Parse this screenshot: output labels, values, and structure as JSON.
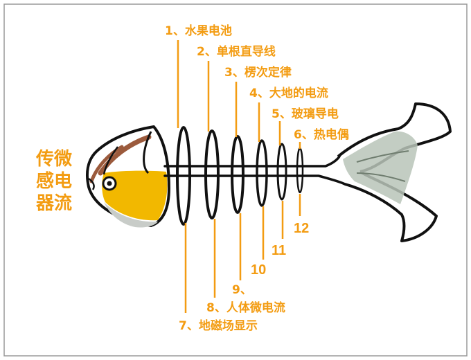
{
  "head_title": {
    "line1": "传微",
    "line2": "感电",
    "line3": "器流"
  },
  "labels": {
    "l1": "1、水果电池",
    "l2": "2、单根直导线",
    "l3": "3、楞次定律",
    "l4": "4、大地的电流",
    "l5": "5、玻璃导电",
    "l6": "6、热电偶",
    "l7": "7、地磁场显示",
    "l8": "8、人体微电流",
    "l9": "9、",
    "l10": "10",
    "l11": "11",
    "l12": "12"
  },
  "colors": {
    "accent": "#f39c12",
    "belly": "#f2b800",
    "tail": "#b8c4b8",
    "gill": "#9b5a3c",
    "outline": "#111111",
    "border": "#999999"
  }
}
